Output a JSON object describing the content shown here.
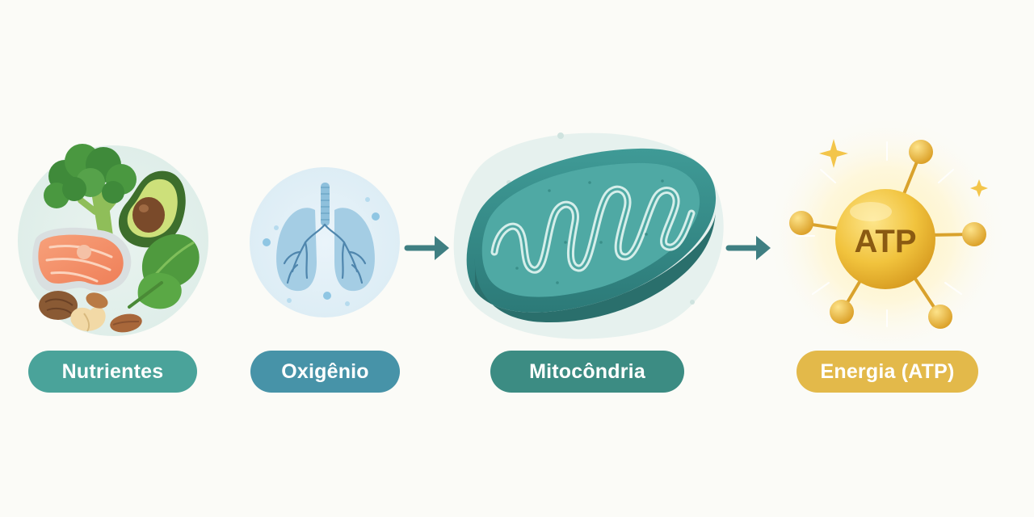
{
  "stages": [
    {
      "id": "nutrientes",
      "label": "Nutrientes",
      "icon": "food-icon"
    },
    {
      "id": "oxigenio",
      "label": "Oxigênio",
      "icon": "lungs-icon"
    },
    {
      "id": "mitocondria",
      "label": "Mitocôndria",
      "icon": "mitochondrion-icon"
    },
    {
      "id": "atp",
      "label": "Energia (ATP)",
      "icon": "atp-molecule-icon",
      "molecule_label": "ATP"
    }
  ],
  "colors": {
    "nutrientes": "#4aa39a",
    "oxigenio": "#4793a8",
    "mitocondria": "#3c8c83",
    "atp": "#e3b94a",
    "arrow": "#3f7f82",
    "background": "#fbfbf7"
  }
}
